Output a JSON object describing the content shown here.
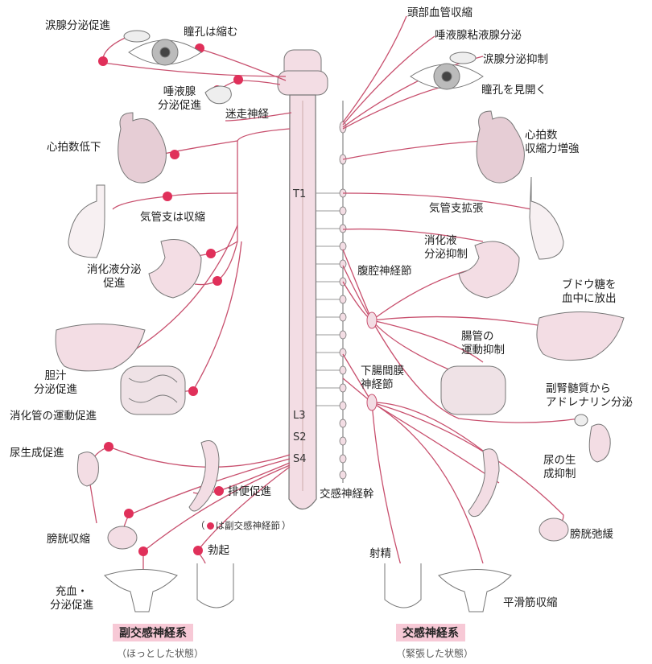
{
  "accent": "#e0305a",
  "nerve_color": "#c8506e",
  "organ_fill": "#f3dde4",
  "parasympathetic": {
    "title": "副交感神経系",
    "subtitle": "（ほっとした状態）",
    "labels": {
      "tear": "涙腺分泌促進",
      "pupil": "瞳孔は縮む",
      "saliva": "唾液腺\n分泌促進",
      "vagus": "迷走神経",
      "heart": "心拍数低下",
      "bronchi": "気管支は収縮",
      "digestive": "消化液分泌\n促進",
      "bile": "胆汁\n分泌促進",
      "gut": "消化管の運動促進",
      "urine": "尿生成促進",
      "defecation": "排便促進",
      "bladder": "膀胱収縮",
      "erection": "勃起",
      "congestion": "充血・\n分泌促進"
    },
    "legend": "は副交感神経節"
  },
  "sympathetic": {
    "title": "交感神経系",
    "subtitle": "（緊張した状態）",
    "labels": {
      "vaso": "頭部血管収縮",
      "saliva": "唾液腺粘液腺分泌",
      "tear": "涙腺分泌抑制",
      "pupil": "瞳孔を見開く",
      "heart": "心拍数\n収縮力増強",
      "bronchi": "気管支拡張",
      "digestive": "消化液\n分泌抑制",
      "celiac": "腹腔神経節",
      "glucose": "ブドウ糖を\n血中に放出",
      "intestine": "腸管の\n運動抑制",
      "mesenteric": "下腸間膜\n神経節",
      "adrenal": "副腎髄質から\nアドレナリン分泌",
      "urine": "尿の生\n成抑制",
      "trunk": "交感神経幹",
      "bladder": "膀胱弛緩",
      "ejaculation": "射精",
      "smooth": "平滑筋収縮"
    }
  },
  "spine": {
    "T1": "T1",
    "L3": "L3",
    "S2": "S2",
    "S4": "S4"
  }
}
